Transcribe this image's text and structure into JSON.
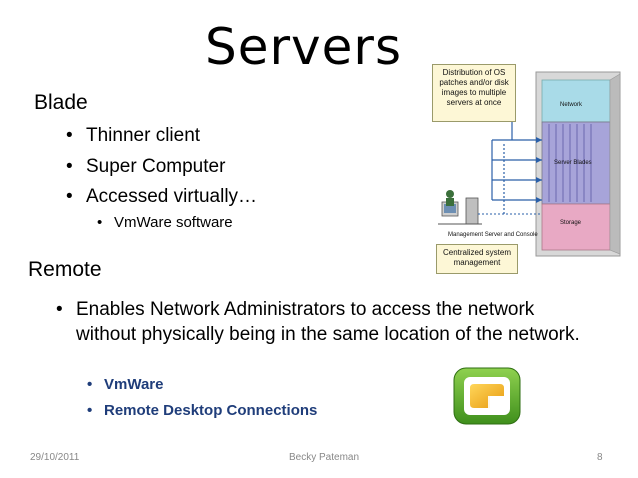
{
  "slide": {
    "title": "Servers",
    "blade": {
      "heading": "Blade",
      "bullets": [
        "Thinner client",
        "Super Computer",
        "Accessed virtually…"
      ],
      "sub_bullets": [
        "VmWare software"
      ]
    },
    "remote": {
      "heading": "Remote",
      "paragraph": "Enables Network Administrators to access the network without physically being in the same location of the network.",
      "sub_bullets": [
        "VmWare",
        "Remote Desktop Connections"
      ]
    }
  },
  "diagram": {
    "callout_top": "Distribution of OS patches and/or disk images to multiple servers at once",
    "callout_bottom": "Centralized system management",
    "rack_labels": [
      "Network",
      "Server Blades",
      "Storage"
    ],
    "management_label": "Management Server and Console"
  },
  "footer": {
    "date": "29/10/2011",
    "author": "Becky Pateman",
    "page": "8"
  },
  "colors": {
    "accent_blue": "#1f3d7a",
    "footer_gray": "#888888",
    "logo_green": "#5aa82c",
    "logo_yellow": "#f2b21c"
  }
}
